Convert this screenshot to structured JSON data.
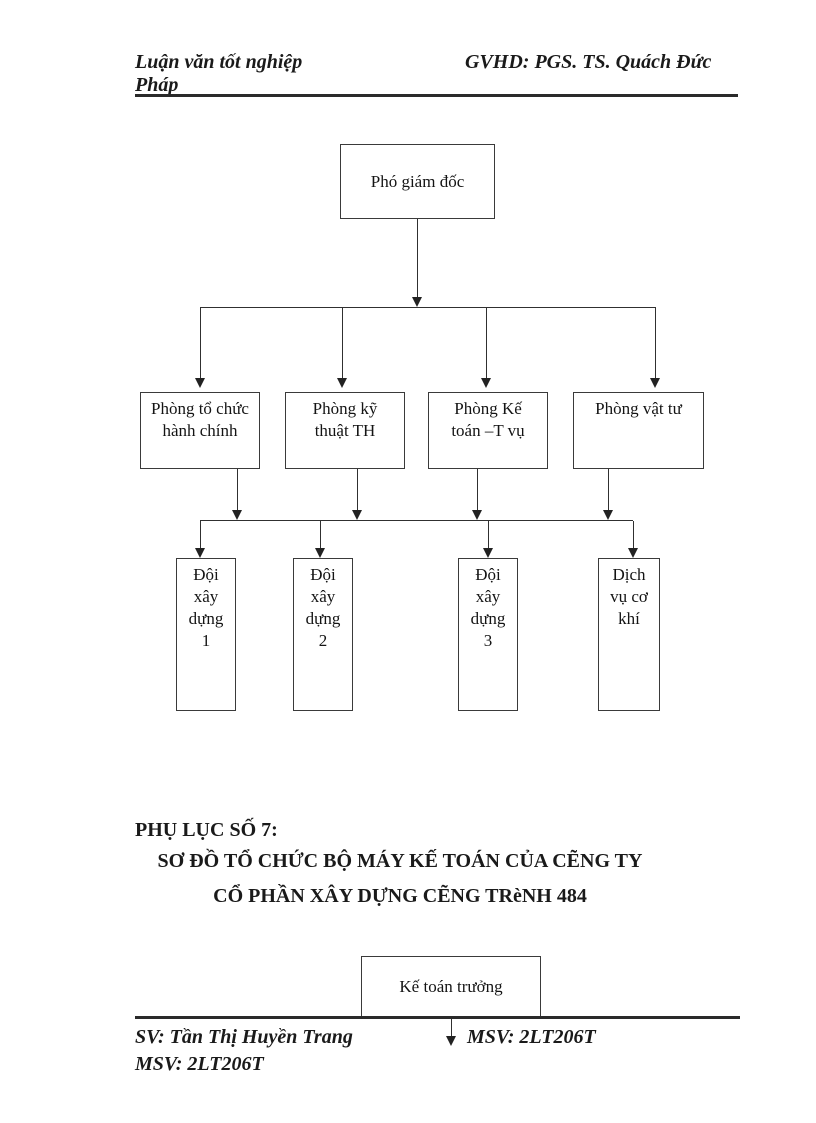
{
  "colors": {
    "background": "#ffffff",
    "ink": "#1a1a1a",
    "line": "#303030"
  },
  "header": {
    "left_line1": "Luận văn tốt nghiệp",
    "left_line2": "Pháp",
    "right": "GVHD: PGS. TS. Quách Đức"
  },
  "org_chart_top": {
    "root": "Phó giám đốc",
    "row2": [
      {
        "label": "Phòng tổ chức\nhành chính"
      },
      {
        "label": "Phòng kỹ\nthuật TH"
      },
      {
        "label": "Phòng Kế\ntoán –T vụ"
      },
      {
        "label": "Phòng vật tư"
      }
    ],
    "row3": [
      {
        "label": "Đội\nxây\ndựng\n1"
      },
      {
        "label": "Đội\nxây\ndựng\n2"
      },
      {
        "label": "Đội\nxây\ndựng\n3"
      },
      {
        "label": "Dịch\nvụ cơ\nkhí"
      }
    ]
  },
  "section": {
    "heading": "PHỤ LỤC SỐ 7:",
    "title_line1": "SƠ ĐỒ TỔ CHỨC BỘ MÁY KẾ TOÁN CỦA CẼNG TY",
    "title_line2": "CỔ PHẦN XÂY DỰNG CẼNG TRèNH 484"
  },
  "org_chart_bottom": {
    "root": "Kế toán trưởng"
  },
  "footer": {
    "sv_line": "SV: Tần Thị Huyền Trang",
    "msv_right": "MSV: 2LT206T",
    "msv_left_line2": "MSV: 2LT206T"
  }
}
